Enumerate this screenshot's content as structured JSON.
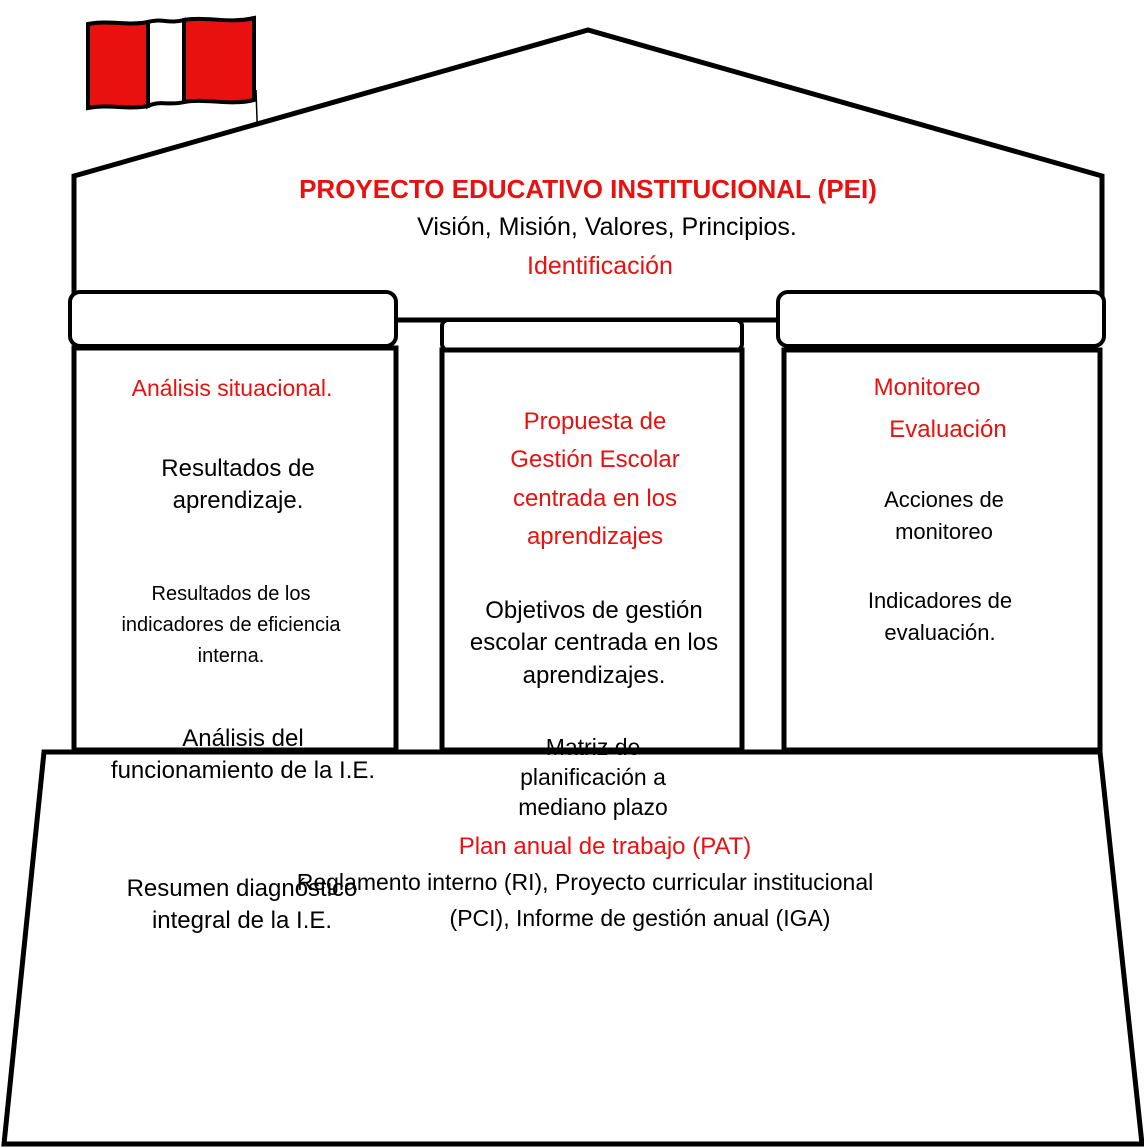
{
  "header": {
    "title": "PROYECTO EDUCATIVO INSTITUCIONAL (PEI)",
    "subtitle": "Visión, Misión, Valores, Principios.",
    "identification": "Identificación"
  },
  "columns": {
    "left": {
      "heading": "Análisis situacional.",
      "items": [
        "Resultados de aprendizaje.",
        "Resultados de los indicadores de eficiencia interna.",
        "Análisis del funcionamiento de la I.E.",
        "Resumen diagnóstico integral de la I.E."
      ]
    },
    "center": {
      "heading": "Propuesta de Gestión Escolar centrada en los aprendizajes",
      "items": [
        "Objetivos de gestión escolar centrada en los aprendizajes.",
        "Matriz de planificación a mediano plazo"
      ]
    },
    "right": {
      "heading_line1": "Monitoreo",
      "heading_line2": "Evaluación",
      "items": [
        "Acciones de monitoreo",
        "Indicadores de evaluación."
      ]
    }
  },
  "base": {
    "title": "Plan anual de trabajo (PAT)",
    "line1": "Reglamento interno (RI), Proyecto curricular institucional",
    "line2": "(PCI), Informe de gestión anual (IGA)"
  },
  "colors": {
    "accent_red": "#e8110f",
    "outline": "#000000"
  }
}
